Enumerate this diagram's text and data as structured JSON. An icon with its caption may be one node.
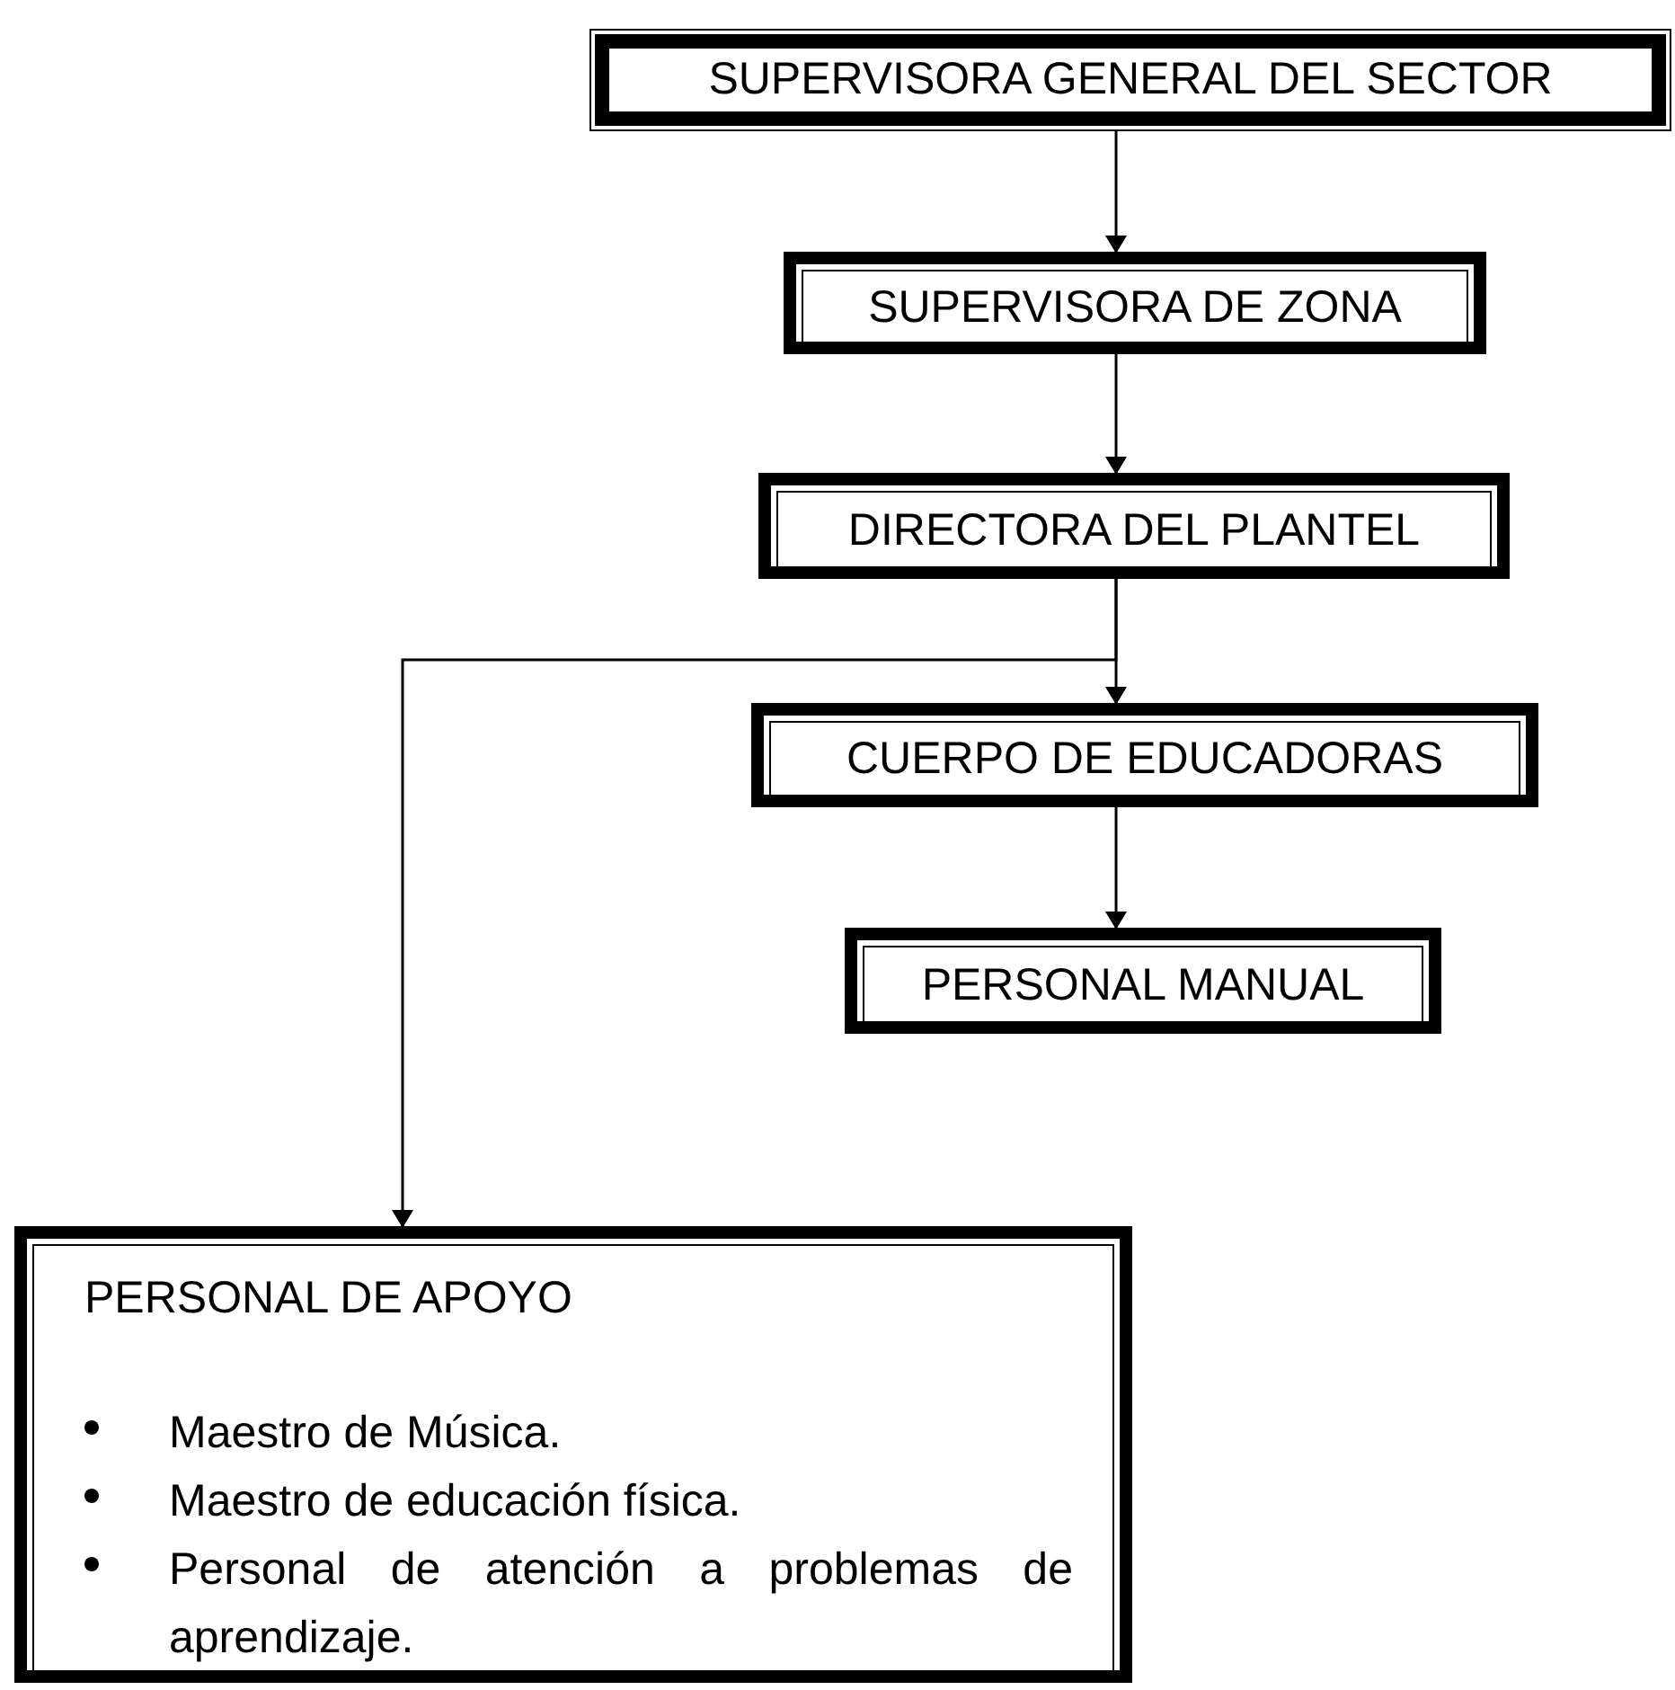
{
  "diagram": {
    "nodes": [
      {
        "text": [
          "SUPERVISORA GENERAL DEL SECTOR"
        ]
      },
      {
        "text": [
          "SUPERVISORA DE ZONA"
        ]
      },
      {
        "text": [
          "DIRECTORA DEL PLANTEL"
        ]
      },
      {
        "text": [
          "CUERPO DE EDUCADORAS"
        ]
      },
      {
        "text": [
          "PERSONAL MANUAL"
        ]
      },
      {
        "text": [
          "PERSONAL DE APOYO",
          "Maestro de Música.",
          "Maestro de educación física.",
          "Personal de atención a problemas de aprendizaje."
        ]
      }
    ],
    "edges": [
      {
        "from": 0,
        "to": 1,
        "arrow": "to"
      },
      {
        "from": 1,
        "to": 2,
        "arrow": "to"
      },
      {
        "from": 2,
        "to": 3,
        "arrow": "to"
      },
      {
        "from": 3,
        "to": 4,
        "arrow": "to"
      },
      {
        "from": 2,
        "to": 5,
        "arrow": "to"
      }
    ]
  }
}
